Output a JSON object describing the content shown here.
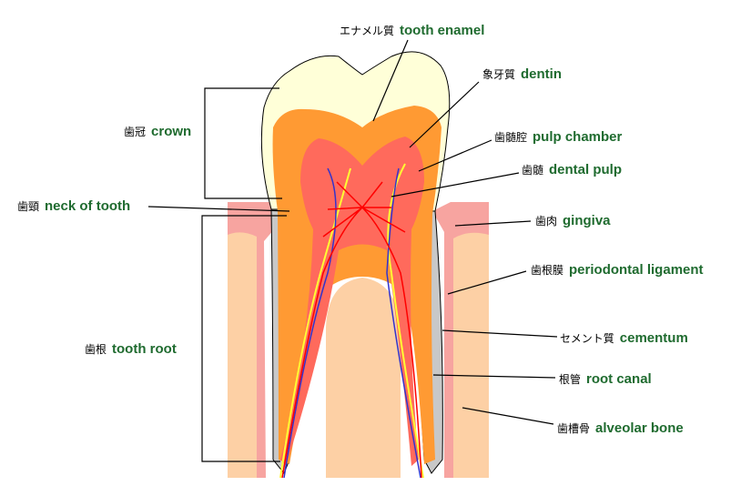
{
  "colors": {
    "enamel": "#ffffd8",
    "dentin": "#ff9a33",
    "pulp": "#ff6a5c",
    "gingiva": "#f7a4a0",
    "bone": "#fdd0a5",
    "cementum": "#c8c8c8",
    "label_green": "#1f6b2f",
    "nerve": "#ffff33",
    "vein": "#3333cc",
    "artery": "#ff0000"
  },
  "labels": [
    {
      "key": "tooth_enamel",
      "jp": "エナメル質",
      "en": "tooth enamel"
    },
    {
      "key": "dentin",
      "jp": "象牙質",
      "en": "dentin"
    },
    {
      "key": "crown",
      "jp": "歯冠",
      "en": "crown"
    },
    {
      "key": "pulp_chamber",
      "jp": "歯髄腔",
      "en": "pulp chamber"
    },
    {
      "key": "dental_pulp",
      "jp": "歯髄",
      "en": "dental pulp"
    },
    {
      "key": "neck_of_tooth",
      "jp": "歯頸",
      "en": "neck of tooth"
    },
    {
      "key": "gingiva",
      "jp": "歯肉",
      "en": "gingiva"
    },
    {
      "key": "periodontal_ligament",
      "jp": "歯根膜",
      "en": "periodontal ligament"
    },
    {
      "key": "tooth_root",
      "jp": "歯根",
      "en": "tooth root"
    },
    {
      "key": "cementum",
      "jp": "セメント質",
      "en": "cementum"
    },
    {
      "key": "root_canal",
      "jp": "根管",
      "en": "root canal"
    },
    {
      "key": "alveolar_bone",
      "jp": "歯槽骨",
      "en": "alveolar bone"
    }
  ]
}
